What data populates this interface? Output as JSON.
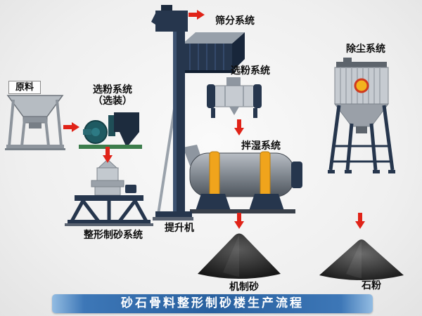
{
  "diagram": {
    "banner_title": "砂石骨料整形制砂楼生产流程",
    "nodes": {
      "raw_material": "原料",
      "classifier_optional_line1": "选粉系统",
      "classifier_optional_line2": "（选装）",
      "shaping_system": "整形制砂系统",
      "elevator": "提升机",
      "screening_system": "筛分系统",
      "classifier_system": "选粉系统",
      "mixing_system": "拌湿系统",
      "dust_removal_system": "除尘系统",
      "machine_made_sand": "机制砂",
      "stone_powder": "石粉"
    },
    "colors": {
      "arrow_red": "#e02318",
      "banner_blue": "#28609f",
      "machine_navy": "#26364d",
      "band_yellow": "#f0a41c"
    }
  }
}
